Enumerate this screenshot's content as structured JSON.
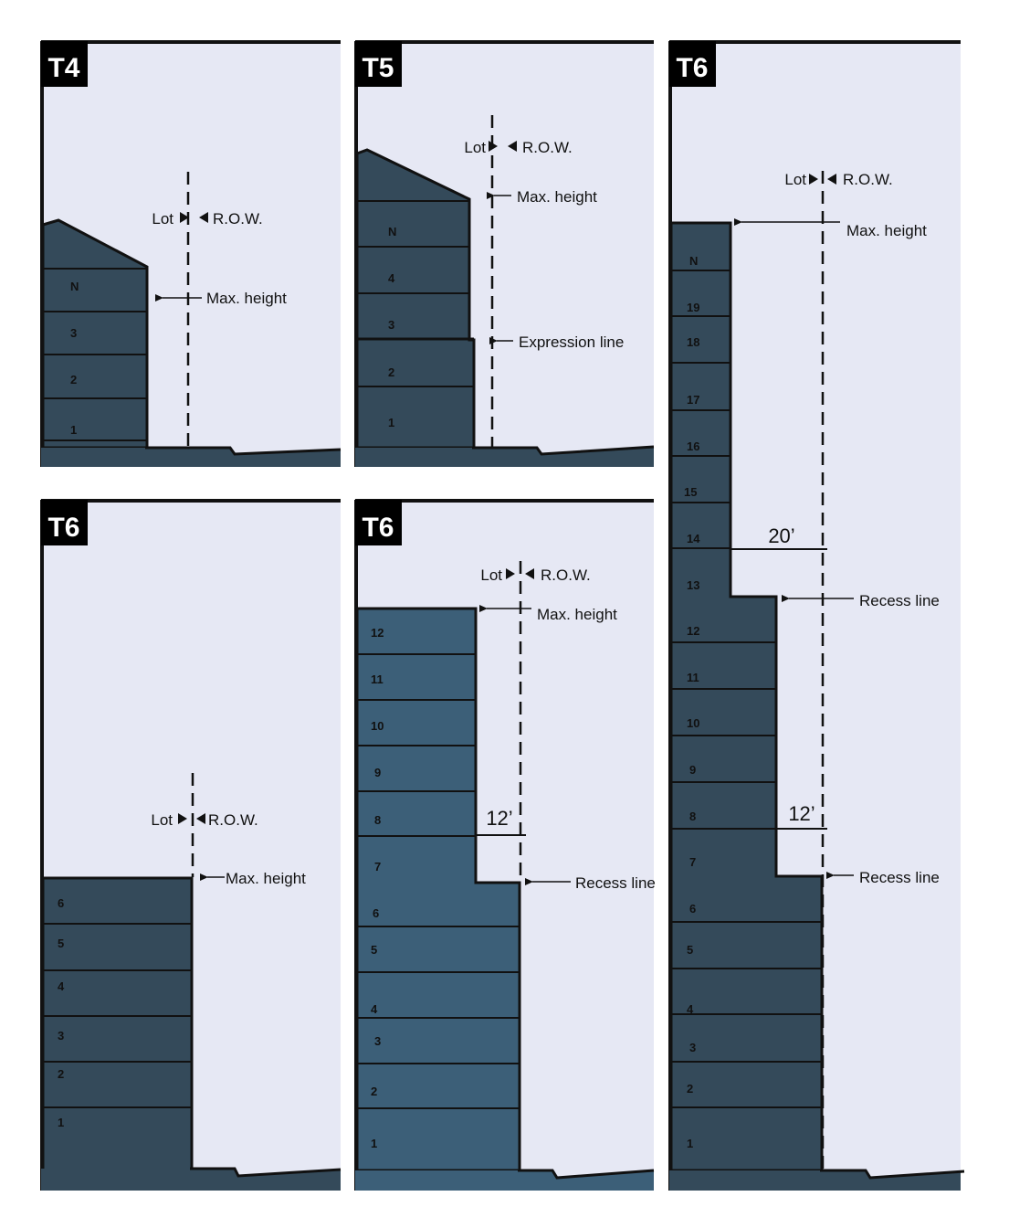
{
  "colors": {
    "sky": "#e6e8f4",
    "building_dark": "#344a5a",
    "building_blue": "#3c5f78",
    "ink": "#111111",
    "tag_bg": "#000000",
    "tag_text": "#ffffff"
  },
  "labels": {
    "lot": "Lot",
    "row": "R.O.W.",
    "max_height": "Max. height",
    "expression_line": "Expression line",
    "recess_line": "Recess line"
  },
  "panels": [
    {
      "id": "t4",
      "tag": "T4",
      "floors": [
        "1",
        "2",
        "3",
        "N"
      ],
      "lot": "Lot",
      "row": "R.O.W.",
      "max_height": "Max. height"
    },
    {
      "id": "t5",
      "tag": "T5",
      "floors": [
        "1",
        "2",
        "3",
        "4",
        "N"
      ],
      "lot": "Lot",
      "row": "R.O.W.",
      "max_height": "Max. height",
      "expression_line": "Expression line"
    },
    {
      "id": "t6-tall",
      "tag": "T6",
      "floors": [
        "1",
        "2",
        "3",
        "4",
        "5",
        "6",
        "7",
        "8",
        "9",
        "10",
        "11",
        "12",
        "13",
        "14",
        "15",
        "16",
        "17",
        "18",
        "19",
        "N"
      ],
      "lot": "Lot",
      "row": "R.O.W.",
      "max_height": "Max. height",
      "recess_line_1": "Recess line",
      "recess_line_2": "Recess line",
      "setback_1": "20’",
      "setback_2": "12’"
    },
    {
      "id": "t6-low",
      "tag": "T6",
      "floors": [
        "1",
        "2",
        "3",
        "4",
        "5",
        "6"
      ],
      "lot": "Lot",
      "row": "R.O.W.",
      "max_height": "Max. height"
    },
    {
      "id": "t6-mid",
      "tag": "T6",
      "floors": [
        "1",
        "2",
        "3",
        "4",
        "5",
        "6",
        "7",
        "8",
        "9",
        "10",
        "11",
        "12"
      ],
      "lot": "Lot",
      "row": "R.O.W.",
      "max_height": "Max. height",
      "recess_line": "Recess line",
      "setback": "12’"
    }
  ]
}
